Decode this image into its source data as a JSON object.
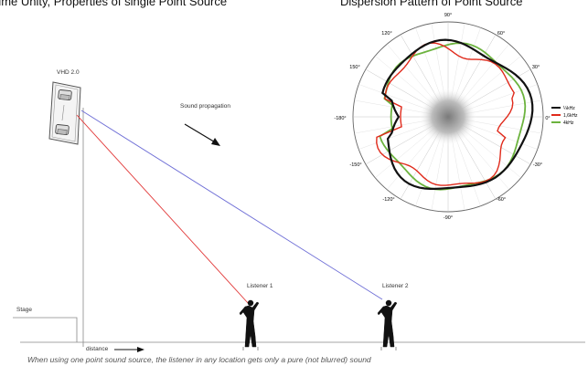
{
  "titles": {
    "left": "ume Unity, Properties of single Point Source",
    "right": "Dispersion Pattern of Point Source"
  },
  "labels": {
    "speaker_model": "VHD 2.0",
    "sound_propagation": "Sound propagation",
    "listener_1": "Listener 1",
    "listener_2": "Listener 2",
    "stage": "Stage",
    "distance": "distance"
  },
  "caption": "When using one point sound source, the listener in any location gets only a pure (not blurred) sound",
  "polar": {
    "angle_labels": {
      "top": "90°",
      "upper_left": "120°",
      "upper_right": "60°",
      "left_upper": "150°",
      "right_upper": "30°",
      "left": "-180°",
      "right": "0°",
      "left_lower": "-150°",
      "right_lower": "-30°",
      "lower_left": "-120°",
      "lower_right": "-60°",
      "bottom": "-90°"
    },
    "legend": [
      "¼kHz",
      "1,6kHz",
      "4kHz"
    ],
    "colors": {
      "black_series": "#111111",
      "red_series": "#e02a1b",
      "green_series": "#6cb33e"
    }
  },
  "colors": {
    "red_ray": "#e23b3b",
    "blue_ray": "#6e6ed6"
  }
}
